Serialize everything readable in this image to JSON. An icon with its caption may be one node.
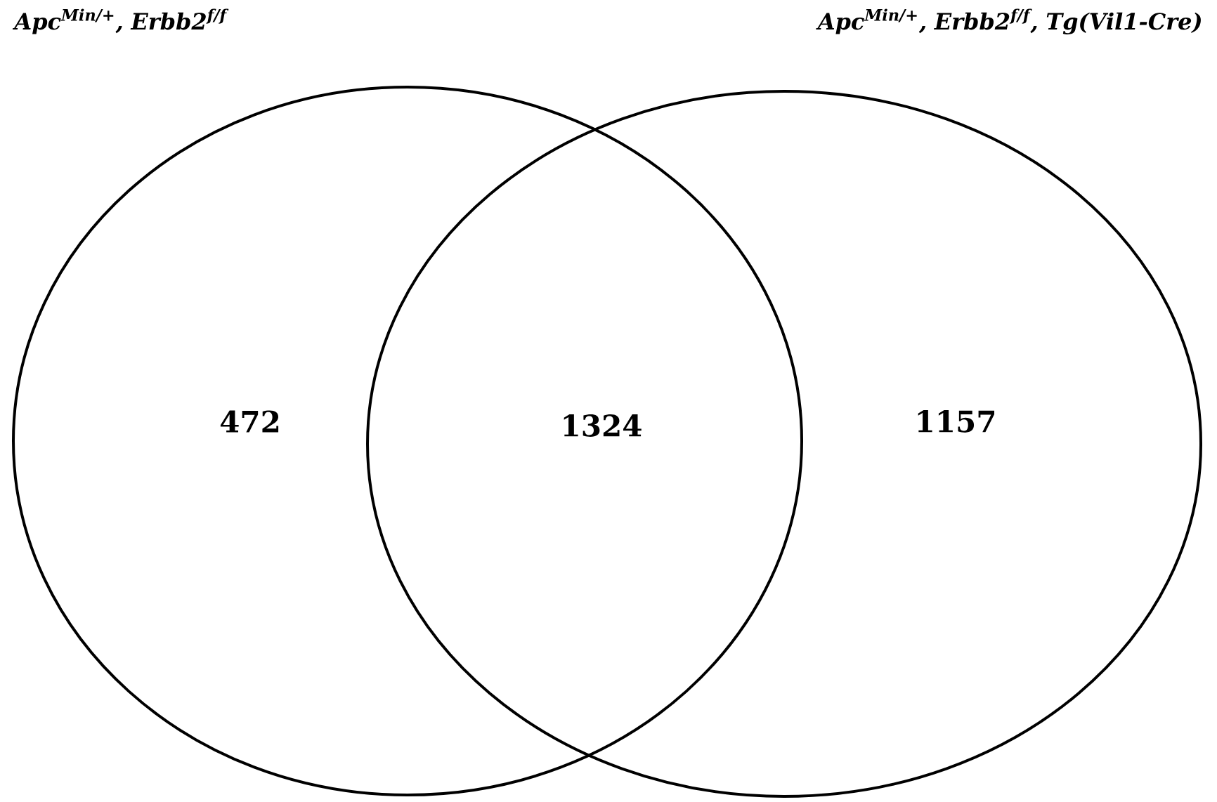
{
  "diagram": {
    "nodes": [
      {
        "text": [
          "Apc$^{Min/+}$, Erbb2$^{f/f}$",
          "472"
        ]
      },
      {
        "text": [
          "Apc$^{Min/+}$, Erbb2$^{f/f}$, Tg(Vil1-Cre)",
          "1157"
        ]
      }
    ],
    "labels": [
      "1324"
    ]
  }
}
